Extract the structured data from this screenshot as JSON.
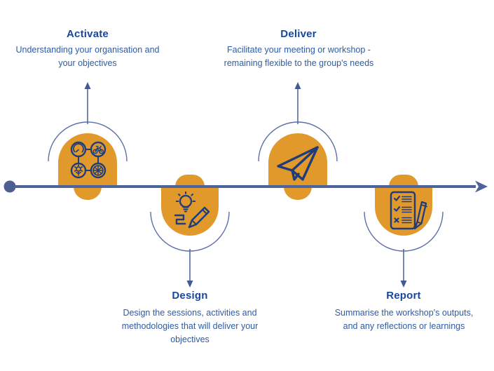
{
  "diagram": {
    "type": "horizontal-process-timeline",
    "colors": {
      "orange": "#e2992c",
      "navy": "#1e3d7a",
      "slate": "#4e639b",
      "arc_blue": "#5a70a8",
      "heading_blue": "#17469e",
      "body_blue": "#2d5ba7"
    },
    "stages": [
      {
        "label": "Activate",
        "description": "Understanding your organisation and your objectives",
        "position": "above-line",
        "icon": "activities-icon"
      },
      {
        "label": "Design",
        "description": "Design the sessions, activities and methodologies that will deliver your objectives",
        "position": "below-line",
        "icon": "lightbulb-pencil-icon"
      },
      {
        "label": "Deliver",
        "description": "Facilitate your meeting or workshop - remaining flexible to the group's needs",
        "position": "above-line",
        "icon": "paper-plane-icon"
      },
      {
        "label": "Report",
        "description": "Summarise the workshop's outputs, and any reflections or learnings",
        "position": "below-line",
        "icon": "checklist-pencil-icon"
      }
    ]
  }
}
